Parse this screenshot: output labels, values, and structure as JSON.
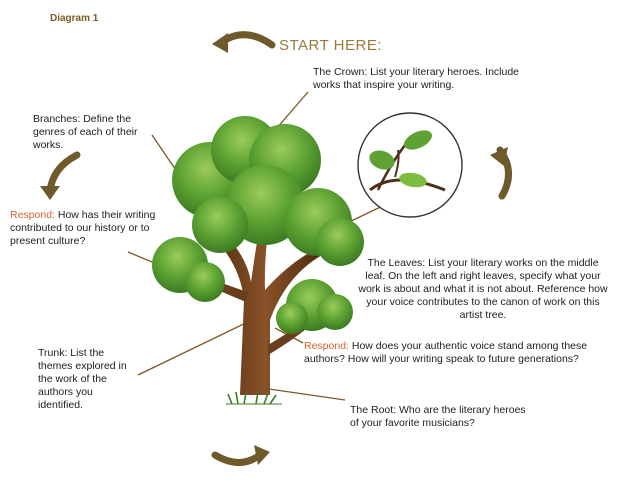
{
  "diagram_label": "Diagram 1",
  "start_label": "START HERE:",
  "crown": {
    "text": "The Crown: List your literary heroes. Include works that inspire your writing."
  },
  "branches": {
    "text": "Branches: Define the genres of each of their works."
  },
  "respond1": {
    "label": "Respond:",
    "text": " How has their writing contributed to our history or to present culture?"
  },
  "leaves": {
    "text": "The Leaves: List your literary works on the middle leaf. On the left and right leaves, specify what your work is about and what it is not about. Reference how your voice contributes to the canon of work on this artist tree."
  },
  "respond2": {
    "label": "Respond:",
    "text": " How does your authentic voice stand among these authors? How will your writing speak to future generations?"
  },
  "trunk": {
    "text": "Trunk: List the themes explored in the work of the authors you identified."
  },
  "root": {
    "text": "The Root: Who are the literary heroes of your favorite musicians?"
  },
  "colors": {
    "arrow": "#6e5a2a",
    "leaf_dark": "#3f7d24",
    "leaf_mid": "#5da233",
    "leaf_light": "#8cc54d",
    "bark": "#6b3d1f",
    "accent": "#d9632b"
  }
}
